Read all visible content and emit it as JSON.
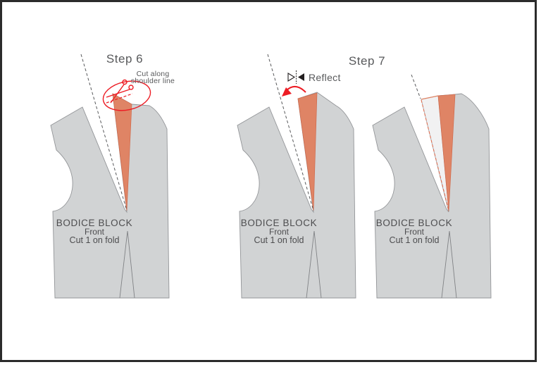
{
  "canvas": {
    "background": "#ffffff",
    "border_color": "#2b2b2b"
  },
  "palette": {
    "pattern_gray": "#d1d3d4",
    "pattern_outline": "#939598",
    "dart_orange": "#df8465",
    "dart_orange_outline": "#cf6a4d",
    "reflected_wedge_fill": "#f1f1f2",
    "reflected_wedge_outline": "#a7a9ac",
    "accent_red": "#ed1c24",
    "annotation_gray": "#58595b",
    "text_dark": "#4d4d4f"
  },
  "step_labels": {
    "step6": "Step 6",
    "step7": "Step 7"
  },
  "annotations": {
    "cut_along_line1": "Cut along",
    "cut_along_line2": "shoulder line",
    "reflect_label": "Reflect"
  },
  "bodices": [
    {
      "title": "BODICE BLOCK",
      "subtitle": "Front",
      "note": "Cut 1 on fold"
    },
    {
      "title": "BODICE BLOCK",
      "subtitle": "Front",
      "note": "Cut 1 on fold"
    },
    {
      "title": "BODICE BLOCK",
      "subtitle": "Front",
      "note": "Cut 1 on fold"
    }
  ],
  "icons": {
    "scissors": "scissors-icon",
    "reflect": "reflect-icon",
    "reflect_arrow": "reflect-arrow-icon",
    "cut_highlight": "cut-highlight-ellipse"
  }
}
